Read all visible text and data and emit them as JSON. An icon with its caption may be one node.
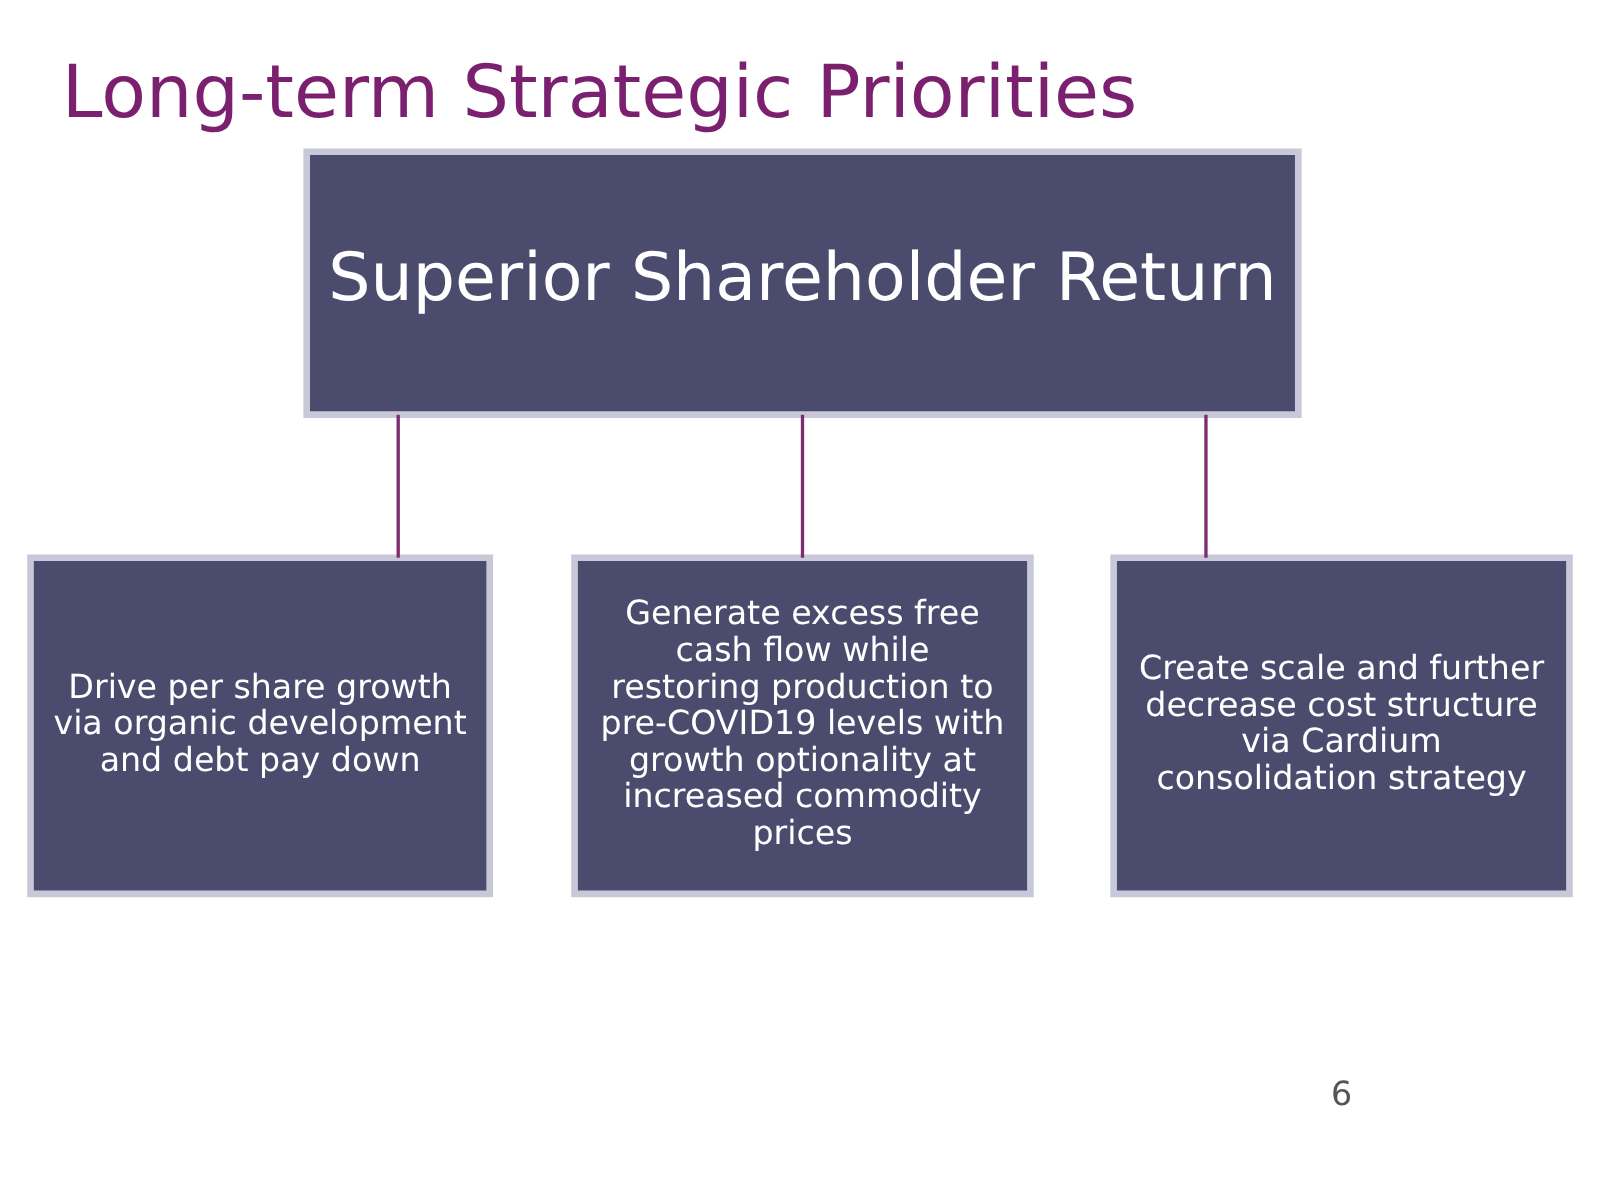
{
  "diagram": {
    "title": "Long-term Strategic Priorities",
    "nodes": [
      {
        "text": [
          "Superior Shareholder Return"
        ]
      },
      {
        "text": [
          "Drive per share growth via organic development and debt pay down"
        ]
      },
      {
        "text": [
          "Generate excess free cash flow while restoring production to pre-COVID19 levels with growth optionality at increased commodity prices"
        ]
      },
      {
        "text": [
          "Create scale and further decrease cost structure via Cardium consolidation strategy"
        ]
      }
    ],
    "edges": [
      {
        "from": 0,
        "to": 1,
        "arrow": "none"
      },
      {
        "from": 0,
        "to": 2,
        "arrow": "none"
      },
      {
        "from": 0,
        "to": 3,
        "arrow": "none"
      }
    ],
    "labels": [
      "6"
    ]
  }
}
